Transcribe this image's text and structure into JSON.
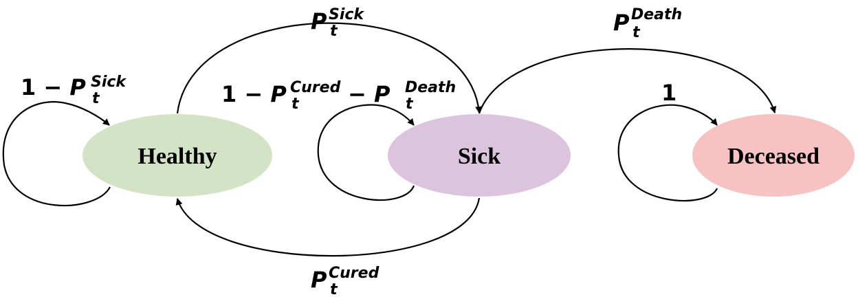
{
  "states": {
    "healthy": {
      "label": "Healthy",
      "color": "#d2e4c5"
    },
    "sick": {
      "label": "Sick",
      "color": "#dcc4df"
    },
    "deceased": {
      "label": "Deceased",
      "color": "#f6c3c2"
    }
  },
  "transitions": {
    "healthy_self": {
      "prefix": "1 − ",
      "symbol": "P",
      "superscript": "Sick",
      "subscript": "t"
    },
    "healthy_to_sick": {
      "symbol": "P",
      "superscript": "Sick",
      "subscript": "t"
    },
    "sick_self": {
      "prefix": "1 − ",
      "symbol": "P",
      "superscript": "Cured",
      "subscript": "t",
      "middle": " − ",
      "symbol2": "P",
      "superscript2": "Death",
      "subscript2": "t"
    },
    "sick_to_deceased": {
      "symbol": "P",
      "superscript": "Death",
      "subscript": "t"
    },
    "sick_to_healthy": {
      "symbol": "P",
      "superscript": "Cured",
      "subscript": "t"
    },
    "deceased_self": {
      "value": "1"
    }
  }
}
